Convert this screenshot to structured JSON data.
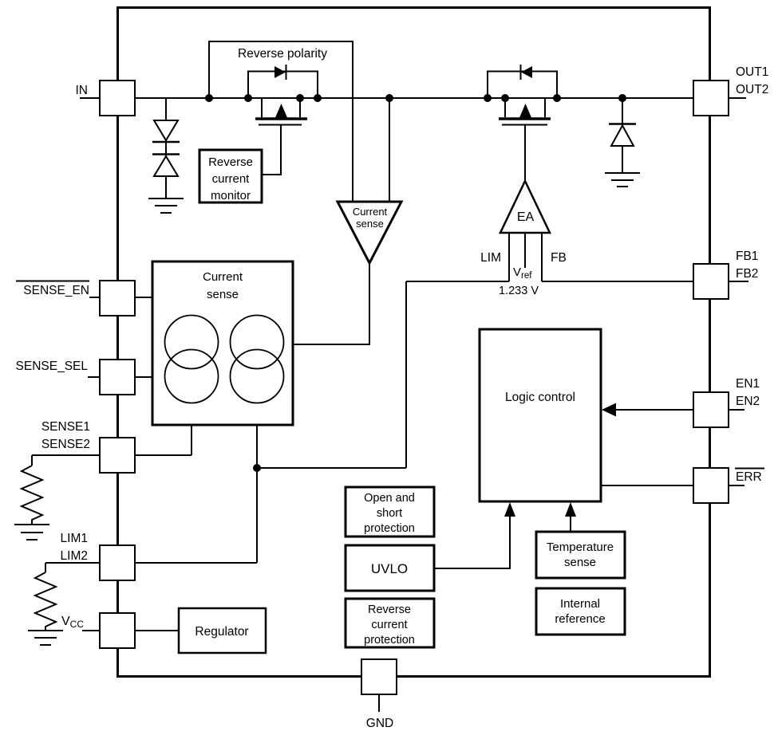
{
  "diagram": {
    "pins": {
      "in": "IN",
      "sense_en": "SENSE_EN",
      "sense_sel": "SENSE_SEL",
      "sense1": "SENSE1",
      "sense2": "SENSE2",
      "lim1": "LIM1",
      "lim2": "LIM2",
      "vcc_v": "V",
      "vcc_sub": "CC",
      "out1": "OUT1",
      "out2": "OUT2",
      "fb1": "FB1",
      "fb2": "FB2",
      "en1": "EN1",
      "en2": "EN2",
      "err": "ERR",
      "gnd": "GND"
    },
    "blocks": {
      "reverse_polarity": "Reverse polarity",
      "reverse_current_monitor": [
        "Reverse",
        "current",
        "monitor"
      ],
      "current_sense_amp": [
        "Current",
        "sense"
      ],
      "current_sense_box": [
        "Current",
        "sense"
      ],
      "ea": "EA",
      "logic_control": "Logic control",
      "open_short": [
        "Open and",
        "short",
        "protection"
      ],
      "uvlo": "UVLO",
      "reverse_current_protection": [
        "Reverse",
        "current",
        "protection"
      ],
      "temperature_sense": [
        "Temperature",
        "sense"
      ],
      "internal_reference": [
        "Internal",
        "reference"
      ],
      "regulator": "Regulator"
    },
    "ea_inputs": {
      "lim": "LIM",
      "fb": "FB",
      "vref_v": "V",
      "vref_sub": "ref",
      "vref_value": "1.233 V"
    },
    "colors": {
      "line": "#000000",
      "background": "#ffffff"
    }
  }
}
